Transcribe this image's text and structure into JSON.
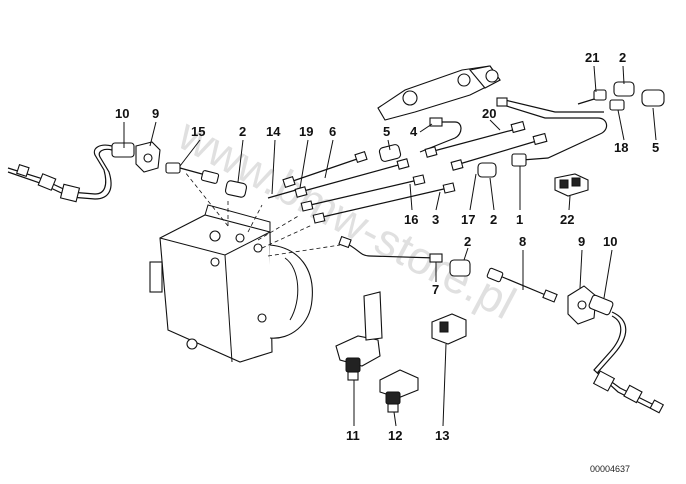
{
  "diagram": {
    "watermark": "www.bmw-store.pl",
    "code": "00004637",
    "labels": {
      "l10a": "10",
      "l9a": "9",
      "l15": "15",
      "l2a": "2",
      "l14": "14",
      "l19": "19",
      "l6": "6",
      "l5a": "5",
      "l4": "4",
      "l20": "20",
      "l21": "21",
      "l2b": "2",
      "l18": "18",
      "l5b": "5",
      "l16": "16",
      "l3": "3",
      "l17": "17",
      "l2c": "2",
      "l1": "1",
      "l22": "22",
      "l2d": "2",
      "l7": "7",
      "l8": "8",
      "l9b": "9",
      "l10b": "10",
      "l11": "11",
      "l12": "12",
      "l13": "13"
    }
  }
}
